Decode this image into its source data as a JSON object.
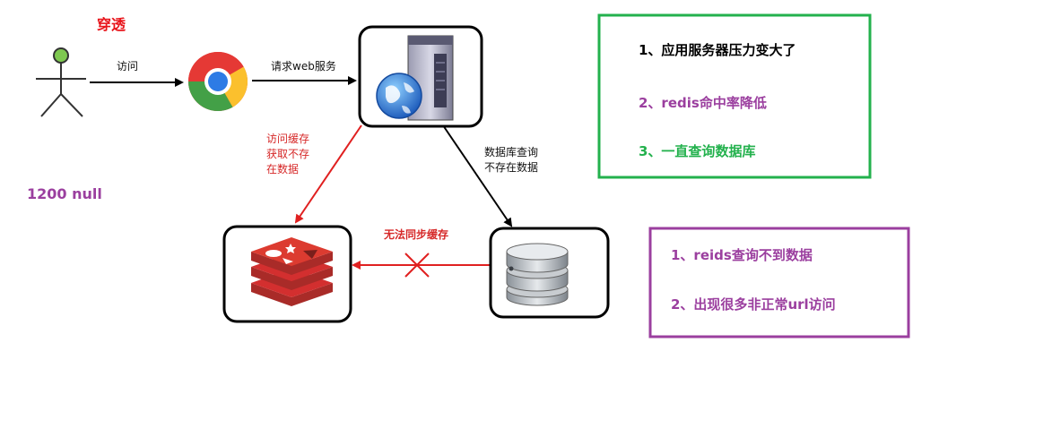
{
  "title": "穿透",
  "user_label": "1200 null",
  "arrows": {
    "visit": "访问",
    "request_web": "请求web服务",
    "visit_cache": [
      "访问缓存",
      "获取不存",
      "在数据"
    ],
    "db_query": [
      "数据库查询",
      "不存在数据"
    ],
    "cannot_sync": "无法同步缓存"
  },
  "effects": {
    "items": [
      "1、应用服务器压力变大了",
      "2、redis命中率降低",
      "3、一直查询数据库"
    ]
  },
  "causes": {
    "items": [
      "1、reids查询不到数据",
      "2、出现很多非正常url访问"
    ]
  },
  "colors": {
    "title": "#e8151b",
    "purple": "#9b3f9f",
    "green": "#23b14d",
    "black": "#000000",
    "red_arrow": "#e02020",
    "redis": "#d32f2f"
  },
  "icons": [
    "user-figure-icon",
    "chrome-icon",
    "web-server-icon",
    "globe-icon",
    "redis-icon",
    "database-icon",
    "cross-icon"
  ]
}
